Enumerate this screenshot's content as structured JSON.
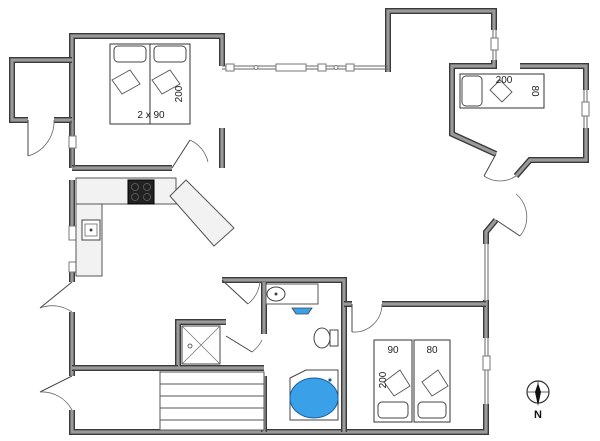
{
  "labels": {
    "bed_double_main": "2 x 90",
    "bed_double_main_length": "200",
    "bed_single_ne_length": "200",
    "bed_single_ne_width": "80",
    "bed_left_width": "90",
    "bed_right_width": "80",
    "bed_pair_se_length": "200"
  },
  "compass": {
    "north": "N"
  },
  "colors": {
    "wall": "#8a8a8a",
    "outline": "#3a3a3a",
    "bathtub": "#3aa0e8",
    "stove": "#222222"
  }
}
